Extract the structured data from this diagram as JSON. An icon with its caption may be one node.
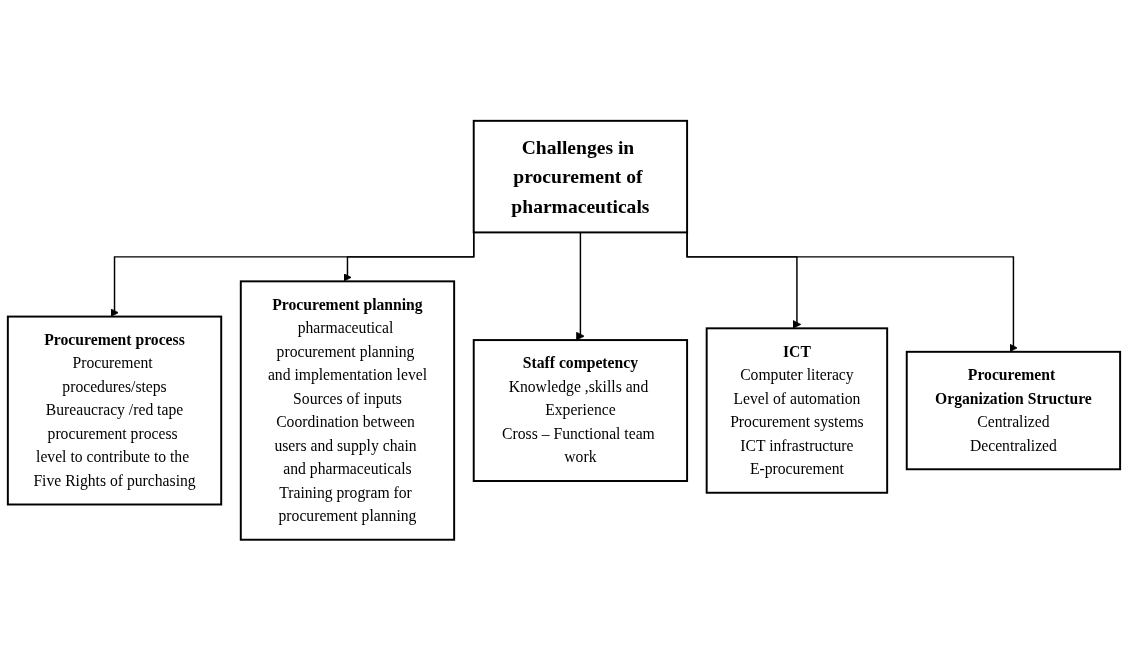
{
  "diagram": {
    "nodes": [
      {
        "text": [
          "Challenges in procurement of pharmaceuticals"
        ]
      },
      {
        "text": [
          "Procurement process",
          "Procurement procedures/steps",
          "Bureaucracy /red tape",
          "procurement process level to contribute to the Five Rights of purchasing"
        ]
      },
      {
        "text": [
          "Procurement planning",
          "pharmaceutical procurement planning and implementation level",
          "Sources of inputs",
          "Coordination between users and supply chain and pharmaceuticals",
          "Training program for procurement planning"
        ]
      },
      {
        "text": [
          "Staff competency",
          "Knowledge ,skills and Experience",
          "Cross – Functional team work"
        ]
      },
      {
        "text": [
          "ICT",
          "Computer literacy",
          "Level of automation",
          "Procurement systems",
          "ICT infrastructure",
          "E-procurement"
        ]
      },
      {
        "text": [
          "Procurement Organization Structure",
          "Centralized",
          "Decentralized"
        ]
      }
    ],
    "edges": [
      {
        "from": 0,
        "to": 1,
        "arrow": "to"
      },
      {
        "from": 0,
        "to": 2,
        "arrow": "to"
      },
      {
        "from": 0,
        "to": 3,
        "arrow": "to"
      },
      {
        "from": 0,
        "to": 4,
        "arrow": "to"
      },
      {
        "from": 0,
        "to": 5,
        "arrow": "to"
      }
    ]
  }
}
